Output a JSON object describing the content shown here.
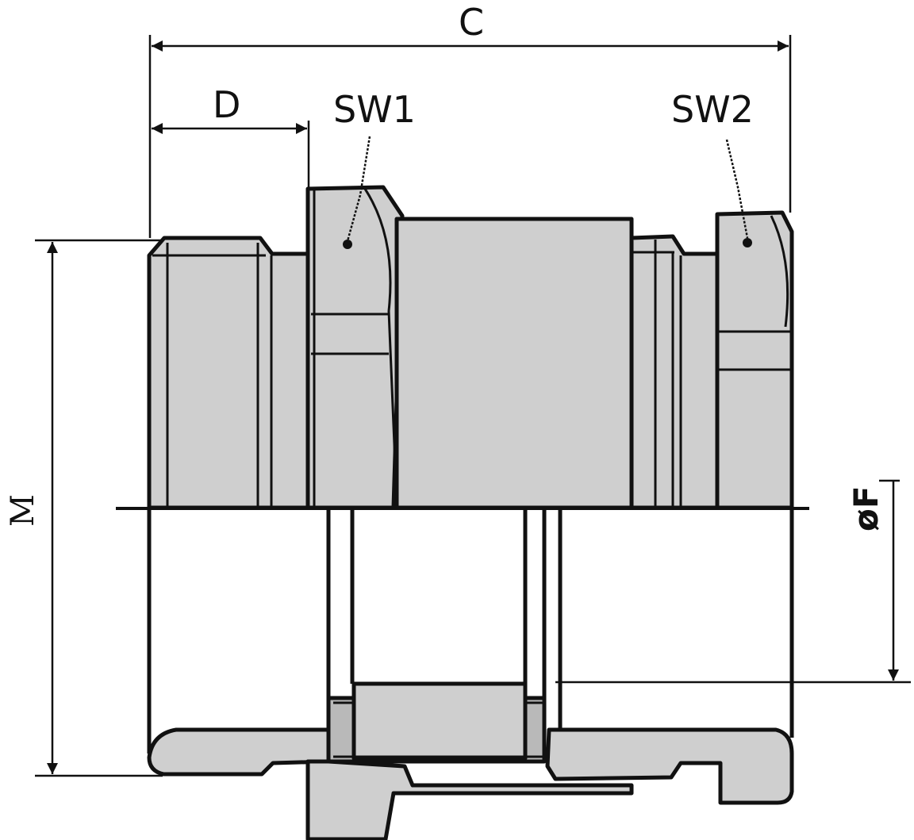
{
  "labels": {
    "c": "C",
    "d": "D",
    "sw1": "SW1",
    "sw2": "SW2",
    "m": "M",
    "f": "øF"
  },
  "colors": {
    "fill": "#cfcfcf",
    "fill_dark": "#b9b9b9",
    "stroke": "#111111",
    "background": "#ffffff"
  }
}
